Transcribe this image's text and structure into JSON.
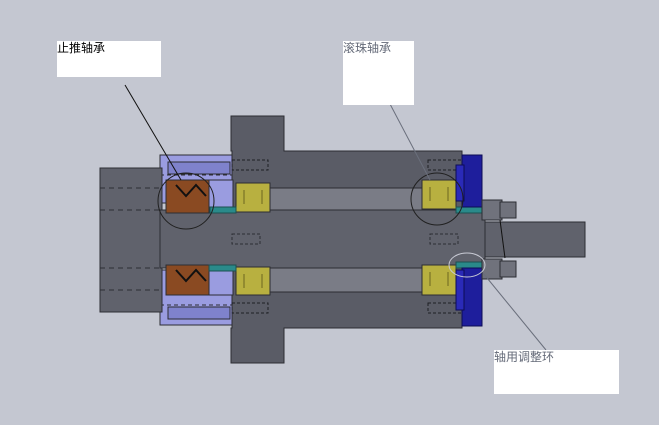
{
  "labels": {
    "thrust_bearing": "止推轴承",
    "roller_bearing": "滚珠轴承",
    "adjust_ring": "轴用调整环"
  },
  "colors": {
    "background": "#c4c7d1",
    "housing": "#5a5c66",
    "shaft": "#60626c",
    "sleeve": "#7a7c86",
    "end_cap": "#9a9ce0",
    "thrust_bearing": "#8a4a22",
    "roller_bearing": "#b8b040",
    "nut": "#1e1e9c",
    "spacer": "#2a8a8a",
    "label_box": "#ffffff"
  }
}
